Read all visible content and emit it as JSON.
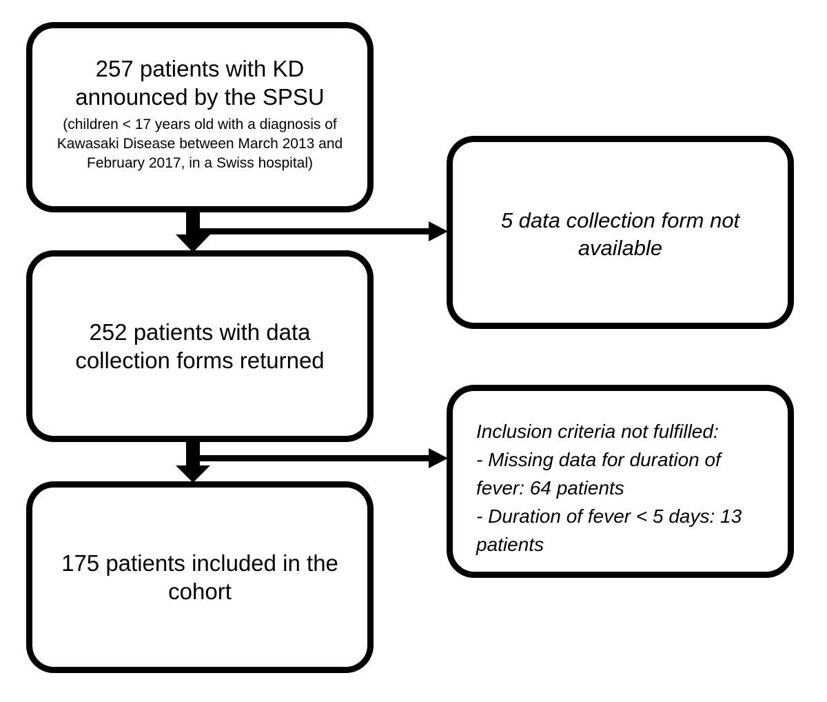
{
  "boxes": {
    "top": {
      "title": "257 patients with KD announced by the SPSU",
      "detail": "(children < 17 years old with a diagnosis of Kawasaki Disease between March 2013 and February 2017, in a Swiss hospital)"
    },
    "middle": {
      "title": "252 patients with data collection forms returned"
    },
    "bottom": {
      "title": "175 patients included in the cohort"
    },
    "exclusion_1": {
      "text": "5 data collection form not available"
    },
    "exclusion_2": {
      "lines": [
        "Inclusion criteria not fulfilled:",
        "- Missing data for duration of fever: 64 patients",
        "- Duration of fever < 5 days: 13 patients"
      ]
    }
  }
}
